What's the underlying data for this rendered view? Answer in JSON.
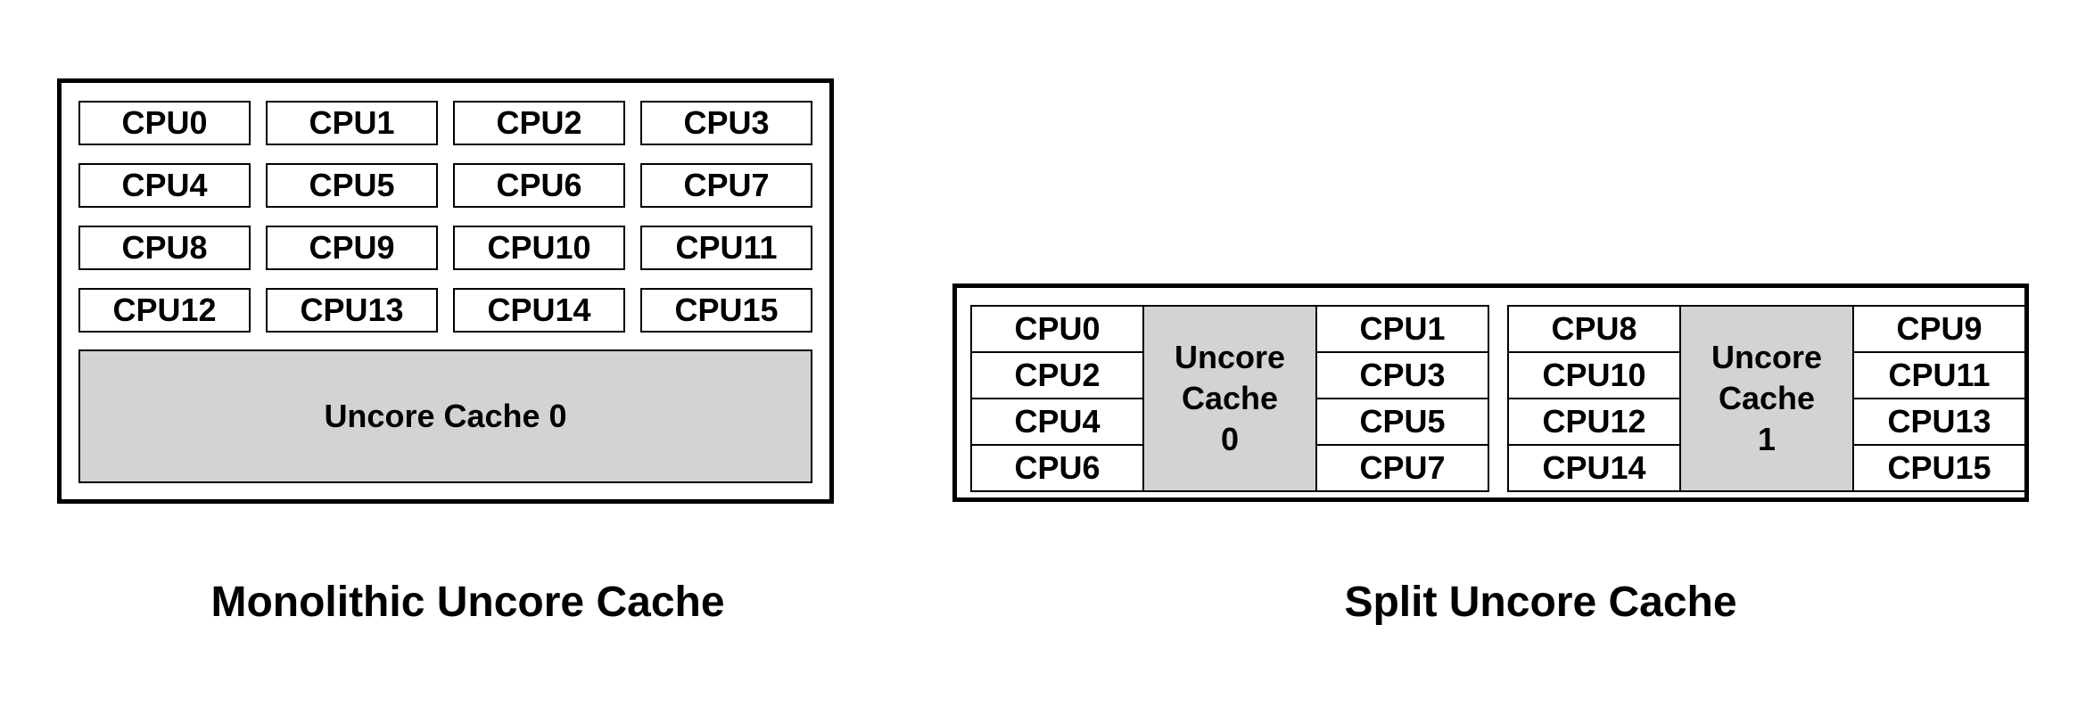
{
  "left_diagram": {
    "caption": "Monolithic Uncore Cache",
    "cpu_labels": [
      "CPU0",
      "CPU1",
      "CPU2",
      "CPU3",
      "CPU4",
      "CPU5",
      "CPU6",
      "CPU7",
      "CPU8",
      "CPU9",
      "CPU10",
      "CPU11",
      "CPU12",
      "CPU13",
      "CPU14",
      "CPU15"
    ],
    "cache_label": "Uncore Cache 0"
  },
  "right_diagram": {
    "caption": "Split Uncore Cache",
    "groups": [
      {
        "left_cpus": [
          "CPU0",
          "CPU2",
          "CPU4",
          "CPU6"
        ],
        "cache_lines": [
          "Uncore",
          "Cache",
          "0"
        ],
        "right_cpus": [
          "CPU1",
          "CPU3",
          "CPU5",
          "CPU7"
        ]
      },
      {
        "left_cpus": [
          "CPU8",
          "CPU10",
          "CPU12",
          "CPU14"
        ],
        "cache_lines": [
          "Uncore",
          "Cache",
          "1"
        ],
        "right_cpus": [
          "CPU9",
          "CPU11",
          "CPU13",
          "CPU15"
        ]
      }
    ]
  },
  "colors": {
    "cache_fill": "#d3d3d3",
    "border": "#000000",
    "background": "#ffffff"
  }
}
